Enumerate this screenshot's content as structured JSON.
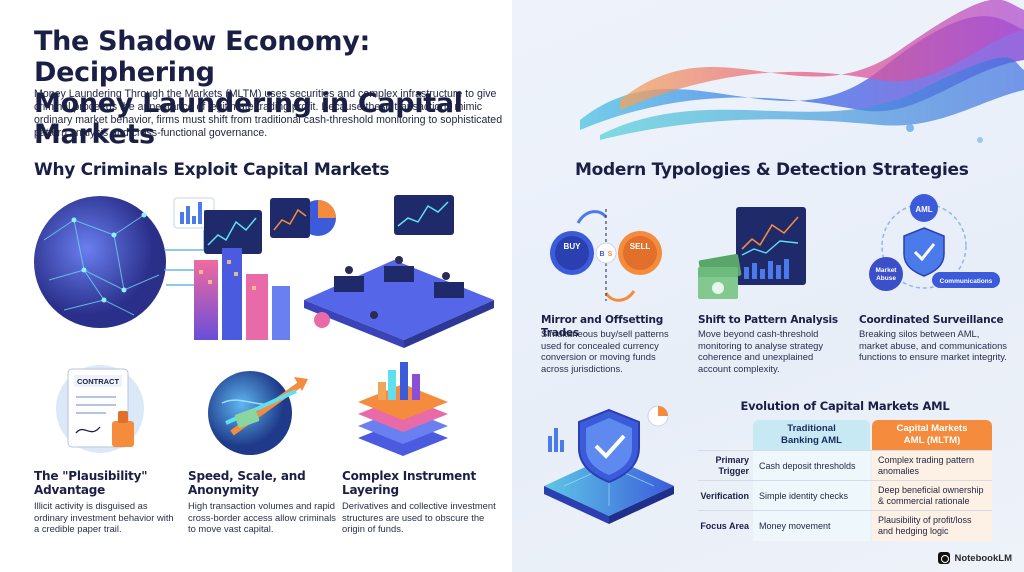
{
  "title_line1": "The Shadow Economy: Deciphering",
  "title_line2": "Money Laundering in Capital Markets",
  "intro": "Money Laundering Through the Markets (MLTM) uses securities and complex infrastructure to give criminal proceeds the appearance of legitimate trading profit. Because these transactions mimic ordinary market behavior, firms must shift from traditional cash-threshold monitoring to sophisticated pattern analysis and cross-functional governance.",
  "left_section": {
    "heading": "Why Criminals Exploit Capital Markets",
    "cards": [
      {
        "title_a": "The \"Plausibility\"",
        "title_b": "Advantage",
        "text": "Illicit activity is disguised as ordinary investment behavior with a credible paper trail.",
        "icon_label": "CONTRACT"
      },
      {
        "title_a": "Speed, Scale, and",
        "title_b": "Anonymity",
        "text": "High transaction volumes and rapid cross-border access allow criminals to move vast capital."
      },
      {
        "title_a": "Complex Instrument",
        "title_b": "Layering",
        "text": "Derivatives and collective investment structures are used to obscure the origin of funds."
      }
    ]
  },
  "right_section": {
    "heading": "Modern Typologies & Detection Strategies",
    "strategies": [
      {
        "title": "Mirror and Offsetting Trades",
        "text": "Simultaneous buy/sell patterns used for concealed currency conversion or moving funds across jurisdictions.",
        "buy": "BUY",
        "sell": "SELL",
        "b": "B",
        "s": "S"
      },
      {
        "title": "Shift to Pattern Analysis",
        "text": "Move beyond cash-threshold monitoring to analyse strategy coherence and unexplained account complexity."
      },
      {
        "title": "Coordinated Surveillance",
        "text": "Breaking silos between AML, market abuse, and communications functions to ensure market integrity.",
        "node_aml": "AML",
        "node_market": "Market\nAbuse",
        "node_comm": "Communications"
      }
    ]
  },
  "table": {
    "title": "Evolution of Capital Markets AML",
    "col1": "Traditional\nBanking AML",
    "col2": "Capital Markets\nAML (MLTM)",
    "rows": [
      {
        "label": "Primary\nTrigger",
        "trad": "Cash deposit thresholds",
        "cap": "Complex trading pattern anomalies"
      },
      {
        "label": "Verification",
        "trad": "Simple identity checks",
        "cap": "Deep beneficial ownership & commercial rationale"
      },
      {
        "label": "Focus Area",
        "trad": "Money movement",
        "cap": "Plausibility of profit/loss and hedging logic"
      }
    ]
  },
  "brand": "NotebookLM",
  "colors": {
    "navy": "#1b1f45",
    "orange": "#f58b3c",
    "teal": "#c7e9f3",
    "blue": "#3b5bdb"
  }
}
